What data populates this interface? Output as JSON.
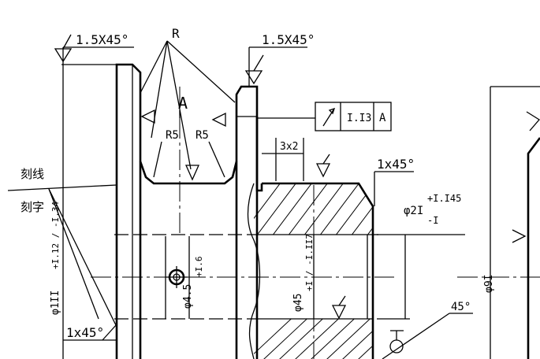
{
  "labels": {
    "chamfer_left": "1.5X45°",
    "chamfer_right": "1.5X45°",
    "radius_label": "R",
    "section_mark": "A",
    "r5_left": "R5",
    "r5_right": "R5",
    "groove_size": "3x2",
    "tol_value": "I.I3",
    "tol_datum": "A",
    "chamfer_top_right": "1x45°",
    "dia_right_base": "φ2I",
    "dia_right_upper": "+I.I45",
    "dia_right_lower": "-I",
    "left_note_1": "刻线",
    "left_note_2": "刻字",
    "dia_left": "φ1II",
    "dia_left_tol": "+I.12 / -I.34",
    "dia_hole": "φ4.5",
    "dia_hole_tol": "+I.6",
    "dia_bore": "φ45",
    "dia_bore_tol": "+I / -I.II7",
    "chamfer_bottom_left": "1x45°",
    "angle_bottom": "45°",
    "dia_far_right": "φ9I"
  }
}
